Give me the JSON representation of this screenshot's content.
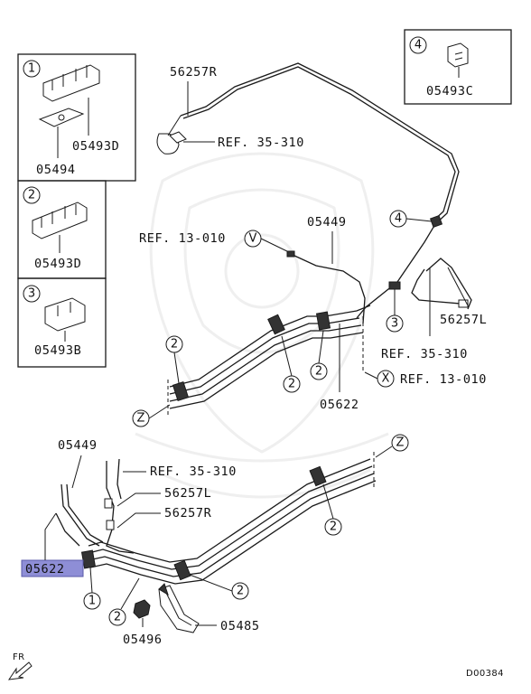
{
  "inset_boxes": [
    {
      "index": "1",
      "parts": [
        "05493D",
        "05494"
      ]
    },
    {
      "index": "2",
      "parts": [
        "05493D"
      ]
    },
    {
      "index": "3",
      "parts": [
        "05493B"
      ]
    },
    {
      "index": "4",
      "parts": [
        "05493C"
      ]
    }
  ],
  "labels": {
    "p56257R_top": "56257R",
    "ref35_310_top": "REF. 35-310",
    "p05449_mid": "05449",
    "ref13_010_v": "REF. 13-010",
    "p56257L_right": "56257L",
    "ref35_310_right": "REF. 35-310",
    "ref13_010_x": "REF. 13-010",
    "p05622_mid": "05622",
    "p05449_low": "05449",
    "ref35_310_low": "REF. 35-310",
    "p56257L_low": "56257L",
    "p56257R_low": "56257R",
    "p05622_highlight": "05622",
    "p05496": "05496",
    "p05485": "05485",
    "fr": "FR",
    "diagram_code": "D00384"
  },
  "callouts": {
    "c1": "1",
    "c2": "2",
    "c3": "3",
    "c4": "4",
    "v": "V",
    "x": "X",
    "z": "Z"
  },
  "colors": {
    "highlight": "#8e8ed6",
    "line": "#1a1a1a"
  }
}
